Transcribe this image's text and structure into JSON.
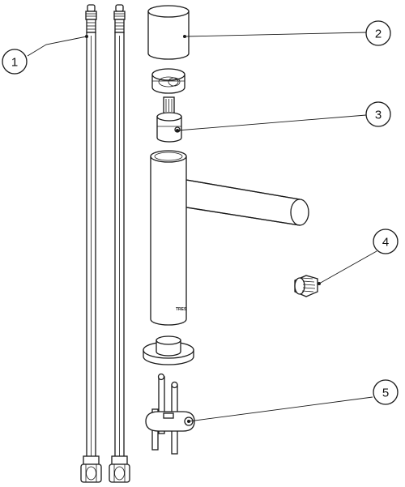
{
  "diagram": {
    "callouts": [
      {
        "id": "1",
        "label": "1"
      },
      {
        "id": "2",
        "label": "2"
      },
      {
        "id": "3",
        "label": "3"
      },
      {
        "id": "4",
        "label": "4"
      },
      {
        "id": "5",
        "label": "5"
      }
    ],
    "body_marking": "TRES"
  }
}
